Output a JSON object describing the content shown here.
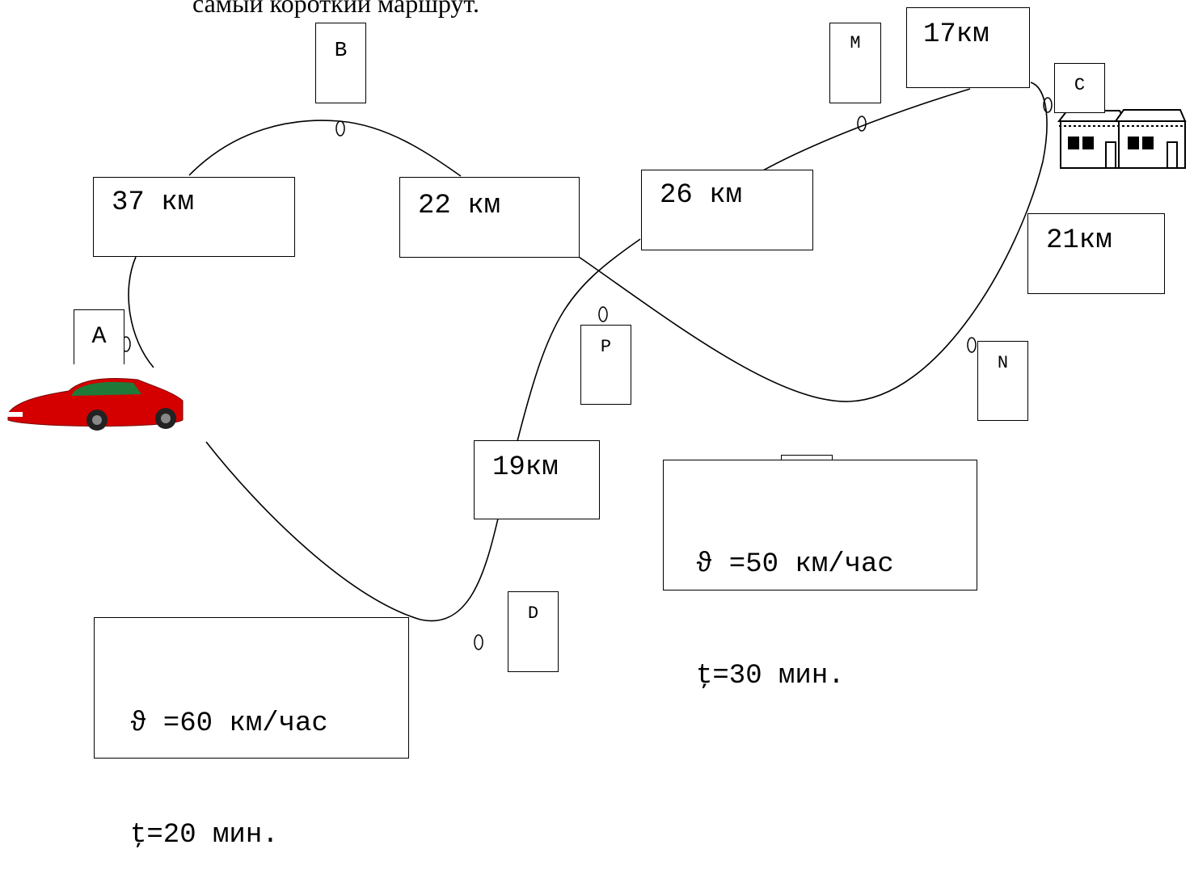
{
  "header_text": "самый короткий маршрут.",
  "points": {
    "A": "A",
    "B": "B",
    "C": "C",
    "D": "D",
    "M": "M",
    "N": "N",
    "P": "P"
  },
  "distances": {
    "a_b": "37 км",
    "b_n": "22 км",
    "p_m": "26 км",
    "m_c": "17км",
    "c_n": "21км",
    "d_p": "19км"
  },
  "info_a": {
    "speed": "ϑ =60 км/час",
    "time": "ţ=20 мин."
  },
  "info_b": {
    "speed": "ϑ =50 км/час",
    "time": "ţ=30 мин."
  },
  "icons": [
    "car-icon",
    "house-icon"
  ],
  "colors": {
    "car_body": "#d40000",
    "car_window": "#1f7a3a",
    "line": "#000000"
  }
}
